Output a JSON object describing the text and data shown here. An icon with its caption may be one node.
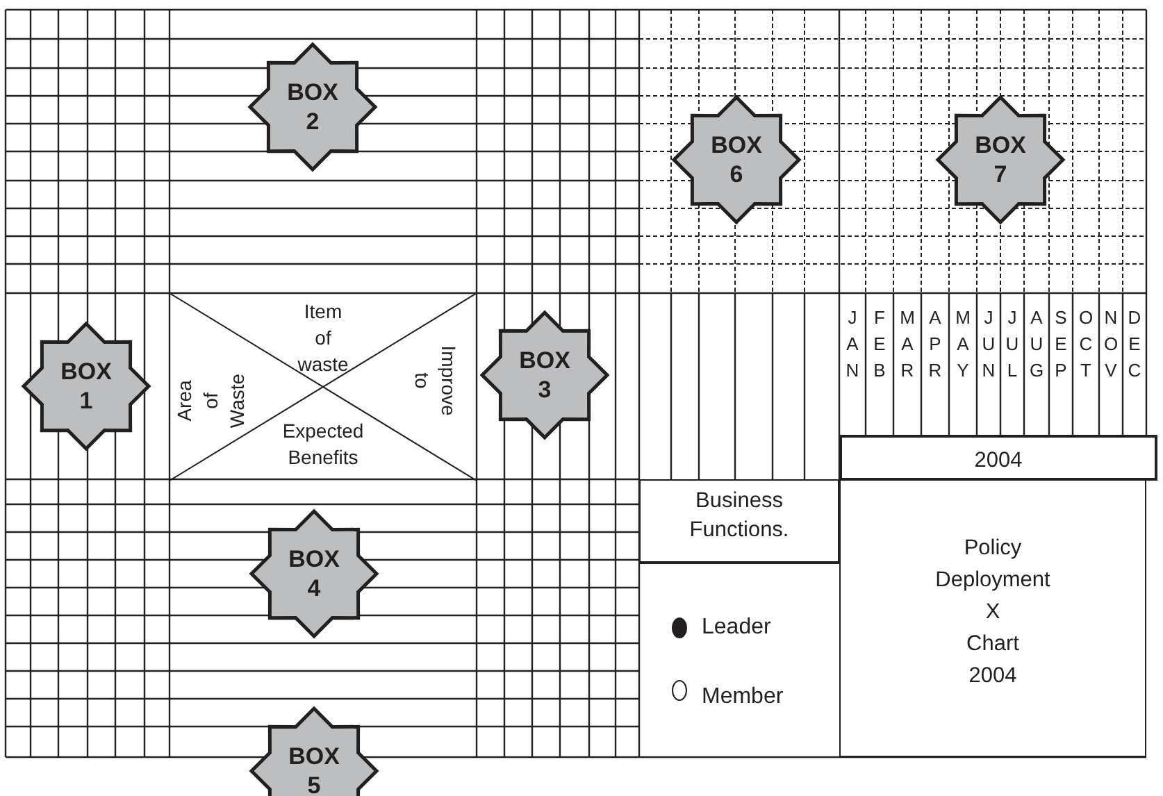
{
  "diagram": {
    "nodes": [
      {
        "text": [
          "BOX 2"
        ]
      },
      {
        "text": [
          "BOX 6"
        ]
      },
      {
        "text": [
          "BOX 7"
        ]
      },
      {
        "text": [
          "BOX 1"
        ]
      },
      {
        "text": [
          "Item of waste",
          "Area of Waste",
          "Improve to",
          "Expected Benefits"
        ]
      },
      {
        "text": [
          "BOX 3"
        ]
      },
      {
        "text": [
          "2004"
        ]
      },
      {
        "text": [
          "Business Functions."
        ]
      },
      {
        "text": [
          "BOX 4"
        ]
      },
      {
        "text": [
          "Policy Deployment X Chart 2004"
        ]
      },
      {
        "text": [
          "BOX 5"
        ]
      }
    ],
    "labels": [
      "JAN",
      "FEB",
      "MAR",
      "APR",
      "MAY",
      "JUN",
      "JUL",
      "AUG",
      "SEP",
      "OCT",
      "NOV",
      "DEC"
    ],
    "legend": [
      {
        "text": "Leader"
      },
      {
        "text": "Member"
      }
    ]
  }
}
